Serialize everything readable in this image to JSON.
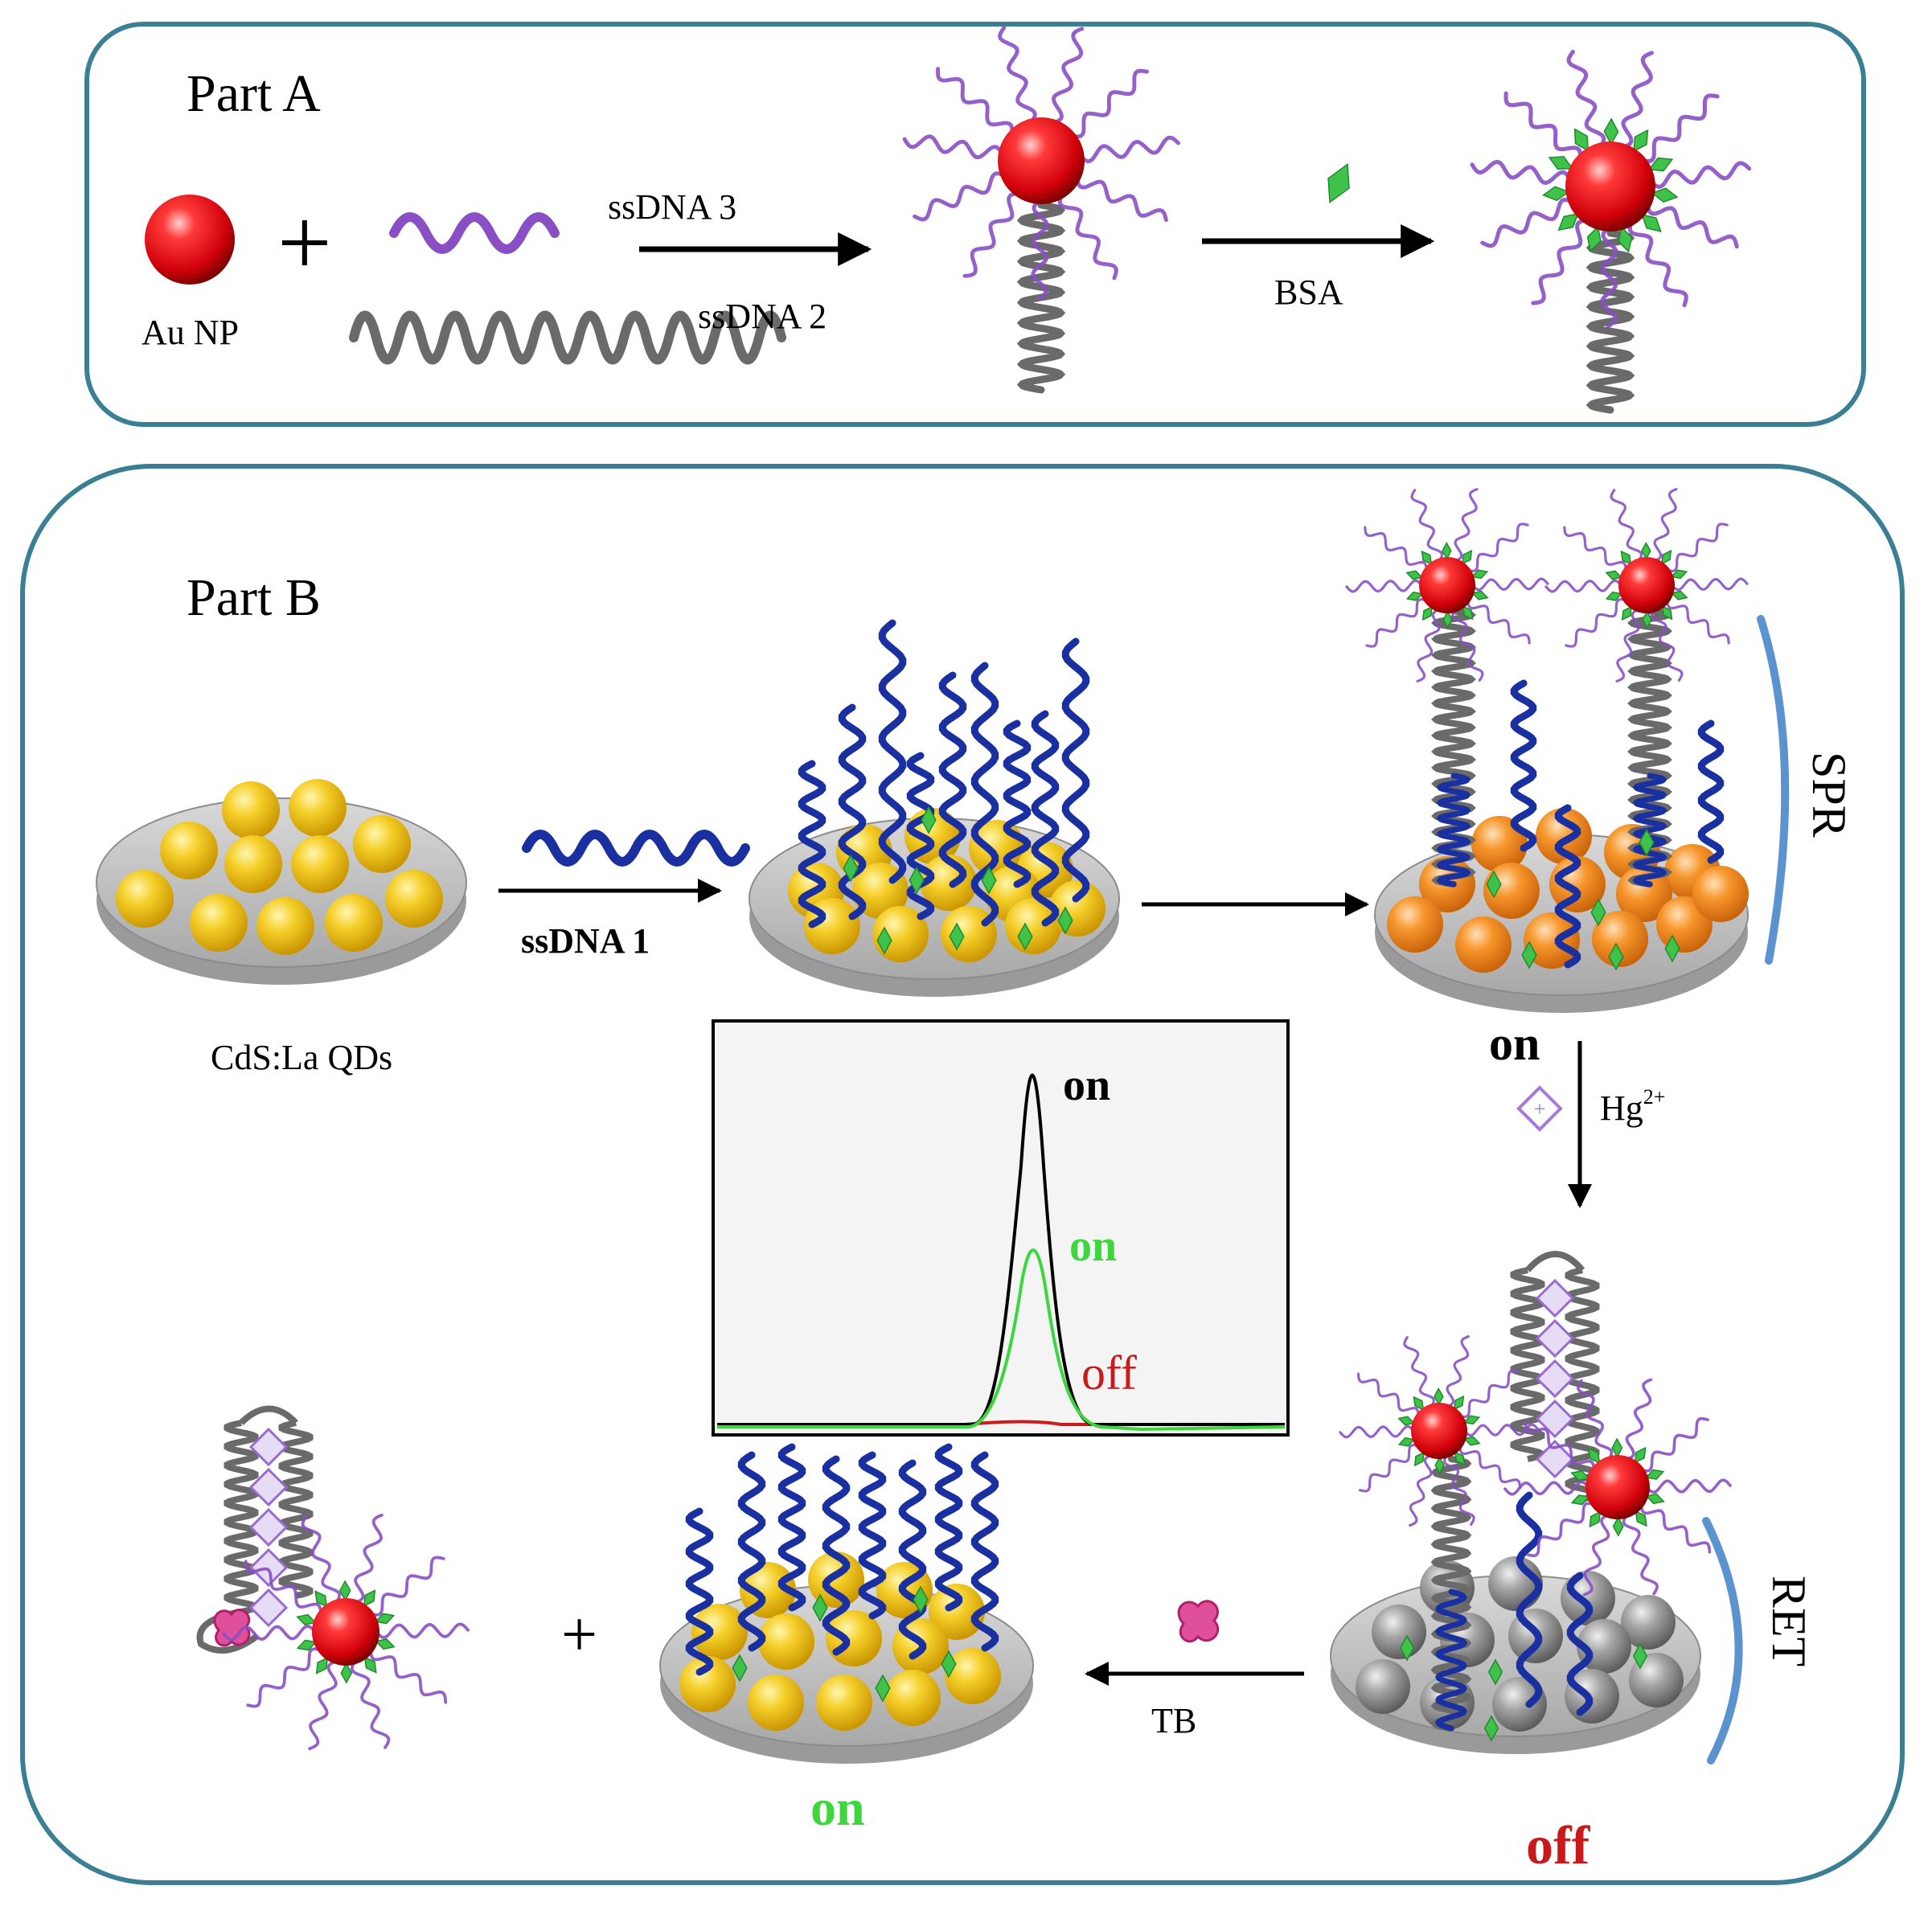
{
  "part_a": {
    "title": "Part A",
    "au_label": "Au NP",
    "plus": "+",
    "ssdna3_label": "ssDNA 3",
    "ssdna2_label": "ssDNA 2",
    "bsa_label": "BSA"
  },
  "part_b": {
    "title": "Part B",
    "qd_label": "CdS:La QDs",
    "ssdna1_label": "ssDNA 1",
    "spr_label": "SPR",
    "on_label": "on",
    "hg_label": "Hg",
    "hg_sup": "2+",
    "ret_label": "RET",
    "off_label": "off",
    "tb_label": "TB",
    "plus": "+",
    "on_bottom_label": "on"
  },
  "inset": {
    "on_black": "on",
    "on_green": "on",
    "off_red": "off"
  },
  "colors": {
    "frame": "#3a7f93",
    "gold": "#e8b800",
    "orange": "#f08a1c",
    "grey_particle": "#8e8e8e",
    "red_np": "#e0121a",
    "purple_dna": "#8a4fc4",
    "blue_dna": "#1a2fa0",
    "grey_dna": "#6a6a6a",
    "bsa_green": "#3fc24a",
    "bracket_blue": "#5b93d0",
    "on_green_text": "#3dd63d",
    "off_red_text": "#c81a1a"
  }
}
